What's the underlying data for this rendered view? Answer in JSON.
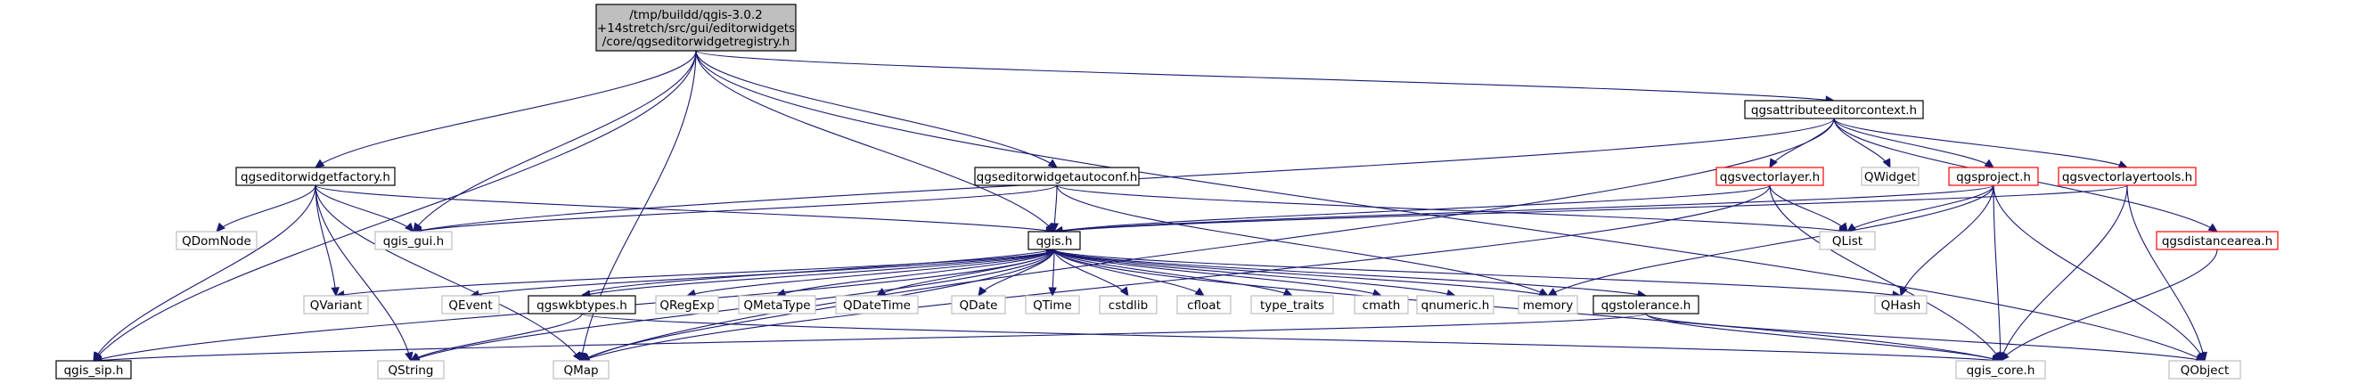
{
  "graph": {
    "nodes": [
      {
        "id": "root",
        "label_lines": [
          "/tmp/buildd/qgis-3.0.2",
          "+14stretch/src/gui/editorwidgets",
          "/core/qgseditorwidgetregistry.h"
        ],
        "style": "root"
      },
      {
        "id": "qgsattributeeditorcontext",
        "label_lines": [
          "qgsattributeeditorcontext.h"
        ],
        "style": "black"
      },
      {
        "id": "qgseditorwidgetfactory",
        "label_lines": [
          "qgseditorwidgetfactory.h"
        ],
        "style": "black"
      },
      {
        "id": "qgseditorwidgetautoconf",
        "label_lines": [
          "qgseditorwidgetautoconf.h"
        ],
        "style": "black"
      },
      {
        "id": "qgsvectorlayer",
        "label_lines": [
          "qgsvectorlayer.h"
        ],
        "style": "red"
      },
      {
        "id": "qwidget",
        "label_lines": [
          "QWidget"
        ],
        "style": "gray"
      },
      {
        "id": "qgsproject",
        "label_lines": [
          "qgsproject.h"
        ],
        "style": "red"
      },
      {
        "id": "qgsvectorlayertools",
        "label_lines": [
          "qgsvectorlayertools.h"
        ],
        "style": "red"
      },
      {
        "id": "qdomnode",
        "label_lines": [
          "QDomNode"
        ],
        "style": "gray"
      },
      {
        "id": "qgis_gui",
        "label_lines": [
          "qgis_gui.h"
        ],
        "style": "gray"
      },
      {
        "id": "qgis",
        "label_lines": [
          "qgis.h"
        ],
        "style": "black"
      },
      {
        "id": "qlist",
        "label_lines": [
          "QList"
        ],
        "style": "gray"
      },
      {
        "id": "qgsdistancearea",
        "label_lines": [
          "qgsdistancearea.h"
        ],
        "style": "red"
      },
      {
        "id": "qvariant",
        "label_lines": [
          "QVariant"
        ],
        "style": "gray"
      },
      {
        "id": "qevent",
        "label_lines": [
          "QEvent"
        ],
        "style": "gray"
      },
      {
        "id": "qgswkbtypes",
        "label_lines": [
          "qgswkbtypes.h"
        ],
        "style": "black"
      },
      {
        "id": "qregexp",
        "label_lines": [
          "QRegExp"
        ],
        "style": "gray"
      },
      {
        "id": "qmetatype",
        "label_lines": [
          "QMetaType"
        ],
        "style": "gray"
      },
      {
        "id": "qdatetime",
        "label_lines": [
          "QDateTime"
        ],
        "style": "gray"
      },
      {
        "id": "qdate",
        "label_lines": [
          "QDate"
        ],
        "style": "gray"
      },
      {
        "id": "qtime",
        "label_lines": [
          "QTime"
        ],
        "style": "gray"
      },
      {
        "id": "cstdlib",
        "label_lines": [
          "cstdlib"
        ],
        "style": "gray"
      },
      {
        "id": "cfloat",
        "label_lines": [
          "cfloat"
        ],
        "style": "gray"
      },
      {
        "id": "type_traits",
        "label_lines": [
          "type_traits"
        ],
        "style": "gray"
      },
      {
        "id": "cmath",
        "label_lines": [
          "cmath"
        ],
        "style": "gray"
      },
      {
        "id": "qnumeric",
        "label_lines": [
          "qnumeric.h"
        ],
        "style": "gray"
      },
      {
        "id": "qgstolerance",
        "label_lines": [
          "qgstolerance.h"
        ],
        "style": "black"
      },
      {
        "id": "memory",
        "label_lines": [
          "memory"
        ],
        "style": "gray"
      },
      {
        "id": "qhash",
        "label_lines": [
          "QHash"
        ],
        "style": "gray"
      },
      {
        "id": "qgis_sip",
        "label_lines": [
          "qgis_sip.h"
        ],
        "style": "black"
      },
      {
        "id": "qstring",
        "label_lines": [
          "QString"
        ],
        "style": "gray"
      },
      {
        "id": "qmap",
        "label_lines": [
          "QMap"
        ],
        "style": "gray"
      },
      {
        "id": "qgis_core",
        "label_lines": [
          "qgis_core.h"
        ],
        "style": "gray"
      },
      {
        "id": "qobject",
        "label_lines": [
          "QObject"
        ],
        "style": "gray"
      }
    ],
    "edges": [
      [
        "root",
        "qgsattributeeditorcontext"
      ],
      [
        "root",
        "qgseditorwidgetfactory"
      ],
      [
        "root",
        "qgseditorwidgetautoconf"
      ],
      [
        "root",
        "qgis_gui"
      ],
      [
        "root",
        "qgis"
      ],
      [
        "root",
        "qgis_sip"
      ],
      [
        "root",
        "qmap"
      ],
      [
        "root",
        "qobject"
      ],
      [
        "qgsattributeeditorcontext",
        "qgis_gui"
      ],
      [
        "qgsattributeeditorcontext",
        "qgsvectorlayer"
      ],
      [
        "qgsattributeeditorcontext",
        "qwidget"
      ],
      [
        "qgsattributeeditorcontext",
        "qgsproject"
      ],
      [
        "qgsattributeeditorcontext",
        "qgsvectorlayertools"
      ],
      [
        "qgsattributeeditorcontext",
        "qgsdistancearea"
      ],
      [
        "qgsattributeeditorcontext",
        "qmap"
      ],
      [
        "qgseditorwidgetfactory",
        "qdomnode"
      ],
      [
        "qgseditorwidgetfactory",
        "qgis_gui"
      ],
      [
        "qgseditorwidgetfactory",
        "qgis"
      ],
      [
        "qgseditorwidgetfactory",
        "qvariant"
      ],
      [
        "qgseditorwidgetfactory",
        "qgis_sip"
      ],
      [
        "qgseditorwidgetfactory",
        "qstring"
      ],
      [
        "qgseditorwidgetfactory",
        "qmap"
      ],
      [
        "qgseditorwidgetautoconf",
        "qgis_gui"
      ],
      [
        "qgseditorwidgetautoconf",
        "qgis"
      ],
      [
        "qgseditorwidgetautoconf",
        "qlist"
      ],
      [
        "qgseditorwidgetautoconf",
        "memory"
      ],
      [
        "qgsvectorlayer",
        "qgis"
      ],
      [
        "qgsvectorlayer",
        "qlist"
      ],
      [
        "qgsvectorlayer",
        "qgis_core"
      ],
      [
        "qgsvectorlayer",
        "qmap"
      ],
      [
        "qgsproject",
        "qgis"
      ],
      [
        "qgsproject",
        "qlist"
      ],
      [
        "qgsproject",
        "memory"
      ],
      [
        "qgsproject",
        "qhash"
      ],
      [
        "qgsproject",
        "qgis_core"
      ],
      [
        "qgsproject",
        "qobject"
      ],
      [
        "qgsvectorlayertools",
        "qgis"
      ],
      [
        "qgsvectorlayertools",
        "qgis_core"
      ],
      [
        "qgsvectorlayertools",
        "qobject"
      ],
      [
        "qgsdistancearea",
        "qgis_core"
      ],
      [
        "qgis",
        "qgis_sip"
      ],
      [
        "qgis",
        "qvariant"
      ],
      [
        "qgis",
        "qstring"
      ],
      [
        "qgis",
        "qmap"
      ],
      [
        "qgis",
        "qevent"
      ],
      [
        "qgis",
        "qgswkbtypes"
      ],
      [
        "qgis",
        "qregexp"
      ],
      [
        "qgis",
        "qmetatype"
      ],
      [
        "qgis",
        "qdatetime"
      ],
      [
        "qgis",
        "qdate"
      ],
      [
        "qgis",
        "qtime"
      ],
      [
        "qgis",
        "cstdlib"
      ],
      [
        "qgis",
        "cfloat"
      ],
      [
        "qgis",
        "type_traits"
      ],
      [
        "qgis",
        "cmath"
      ],
      [
        "qgis",
        "qnumeric"
      ],
      [
        "qgis",
        "qgstolerance"
      ],
      [
        "qgis",
        "memory"
      ],
      [
        "qgis",
        "qhash"
      ],
      [
        "qgis",
        "qgis_core"
      ],
      [
        "qgswkbtypes",
        "qgis"
      ],
      [
        "qgswkbtypes",
        "qstring"
      ],
      [
        "qgswkbtypes",
        "qgis_core"
      ],
      [
        "qgstolerance",
        "qgis_sip"
      ],
      [
        "qgstolerance",
        "qgis_core"
      ],
      [
        "qgstolerance",
        "qobject"
      ]
    ]
  }
}
